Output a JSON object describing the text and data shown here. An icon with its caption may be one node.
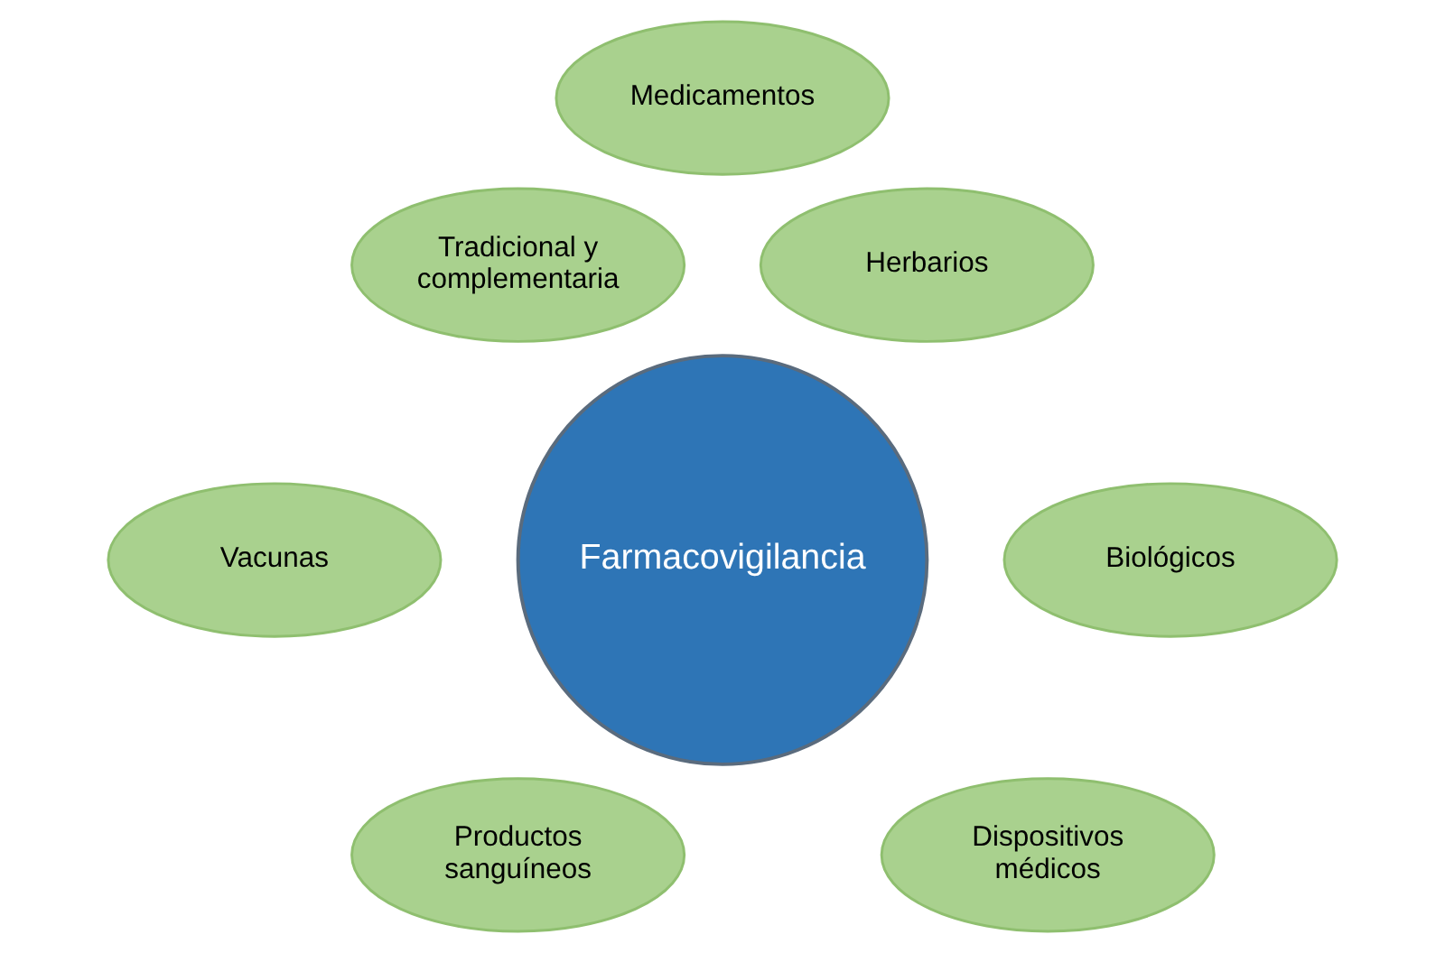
{
  "diagram": {
    "nodes": [
      {
        "text": [
          "Farmacovigilancia"
        ]
      },
      {
        "text": [
          "Medicamentos"
        ]
      },
      {
        "text": [
          "Tradicional y complementaria"
        ]
      },
      {
        "text": [
          "Herbarios"
        ]
      },
      {
        "text": [
          "Vacunas"
        ]
      },
      {
        "text": [
          "Biológicos"
        ]
      },
      {
        "text": [
          "Productos sanguíneos"
        ]
      },
      {
        "text": [
          "Dispositivos médicos"
        ]
      }
    ]
  }
}
